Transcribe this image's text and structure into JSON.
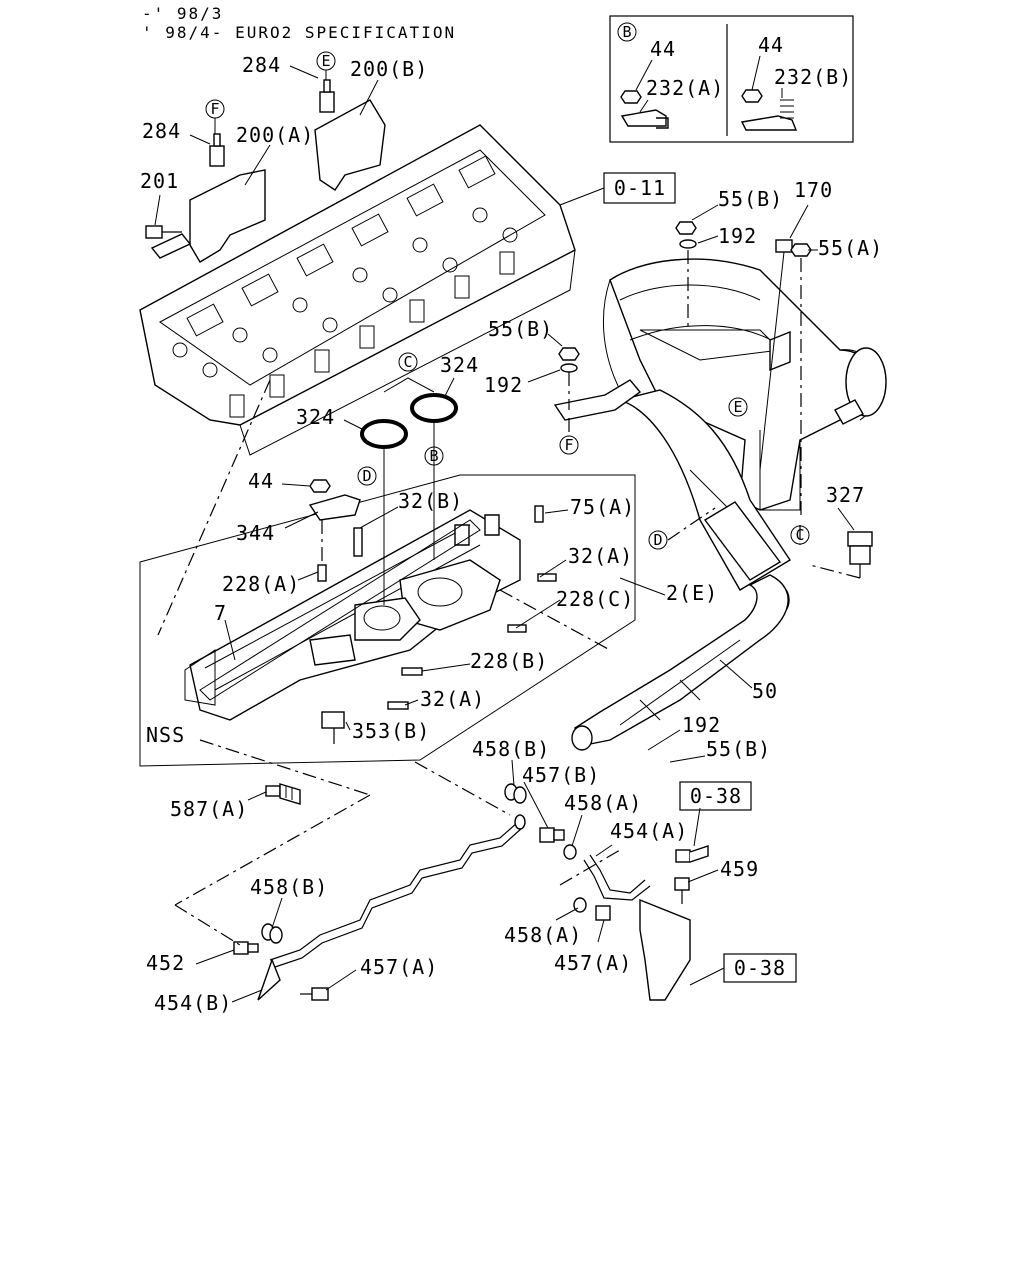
{
  "header": {
    "line1": "-' 98/3",
    "line2": "' 98/4- EURO2 SPECIFICATION"
  },
  "inset": {
    "badge": "B",
    "left_labels": [
      "44",
      "232(A)"
    ],
    "right_labels": [
      "44",
      "232(B)"
    ]
  },
  "ref_boxes": [
    "0-11",
    "0-38",
    "0-38"
  ],
  "circle_markers": [
    "E",
    "F",
    "C",
    "D",
    "B",
    "E",
    "F",
    "D",
    "C"
  ],
  "callouts": [
    "284",
    "200(B)",
    "284",
    "200(A)",
    "201",
    "55(B)",
    "170",
    "192",
    "55(A)",
    "55(B)",
    "192",
    "324",
    "324",
    "44",
    "344",
    "32(B)",
    "75(A)",
    "32(A)",
    "228(A)",
    "228(C)",
    "2(E)",
    "7",
    "228(B)",
    "32(A)",
    "NSS",
    "353(B)",
    "327",
    "50",
    "192",
    "55(B)",
    "458(B)",
    "457(B)",
    "458(A)",
    "587(A)",
    "454(A)",
    "459",
    "458(B)",
    "452",
    "454(B)",
    "457(A)",
    "458(A)",
    "457(A)"
  ],
  "colors": {
    "ink": "#000000",
    "paper": "#ffffff"
  }
}
